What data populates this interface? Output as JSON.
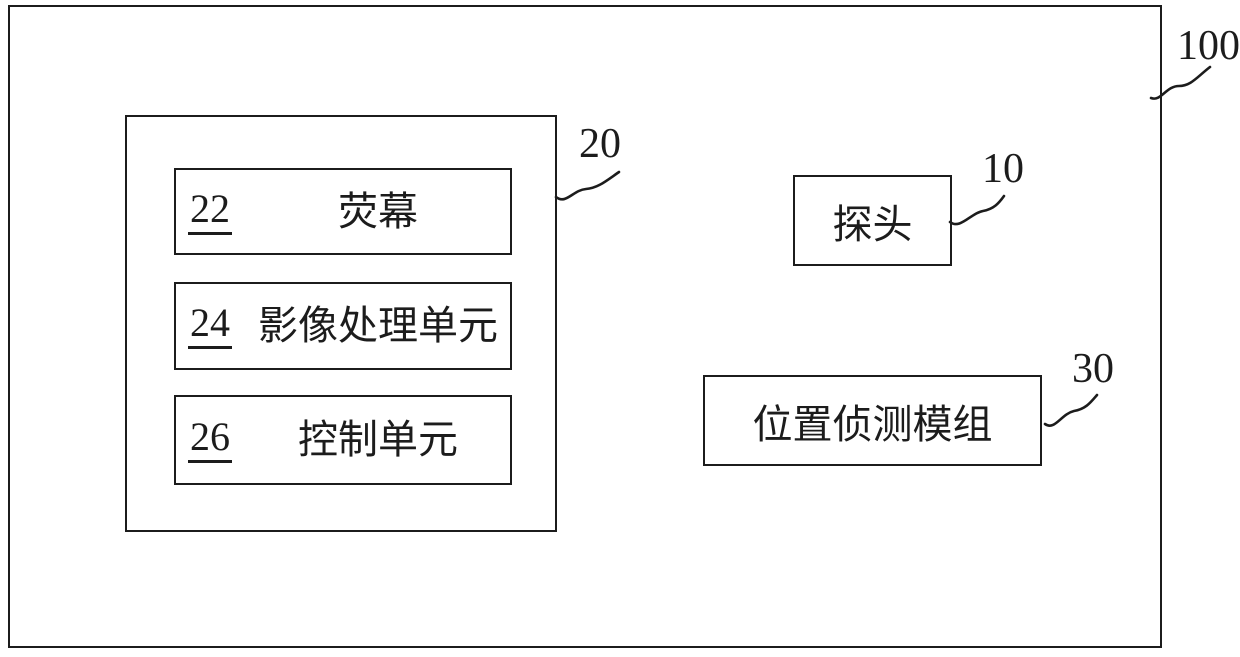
{
  "colors": {
    "ink": "#1c1c1c",
    "background": "#ffffff"
  },
  "figure": {
    "system_label": "100",
    "monitor": {
      "label": "20",
      "units": [
        {
          "ref": "22",
          "name": "荧幕"
        },
        {
          "ref": "24",
          "name": "影像处理单元"
        },
        {
          "ref": "26",
          "name": "控制单元"
        }
      ]
    },
    "probe": {
      "label": "10",
      "name": "探头"
    },
    "position_module": {
      "label": "30",
      "name": "位置侦测模组"
    }
  }
}
